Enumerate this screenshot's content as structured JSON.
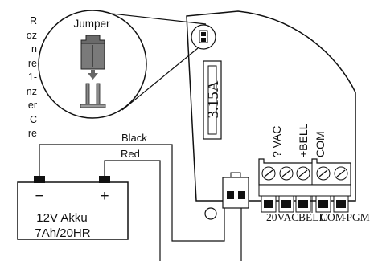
{
  "side_text_lines": [
    "R",
    "oz",
    "n",
    "re",
    "1-",
    "nz",
    "er",
    "C",
    "re"
  ],
  "jumper_label": "Jumper",
  "fuse_label": "3.15A",
  "wire_black_label": "Black",
  "wire_red_label": "Red",
  "battery": {
    "minus": "−",
    "plus": "+",
    "line1": "12V Akku",
    "line2": "7Ah/20HR"
  },
  "terminal_top_labels": [
    "? VAC",
    "+BELL",
    "COM"
  ],
  "terminal_bottom_labels": [
    "20VAC",
    "BELL",
    "COM",
    "-PGM"
  ]
}
